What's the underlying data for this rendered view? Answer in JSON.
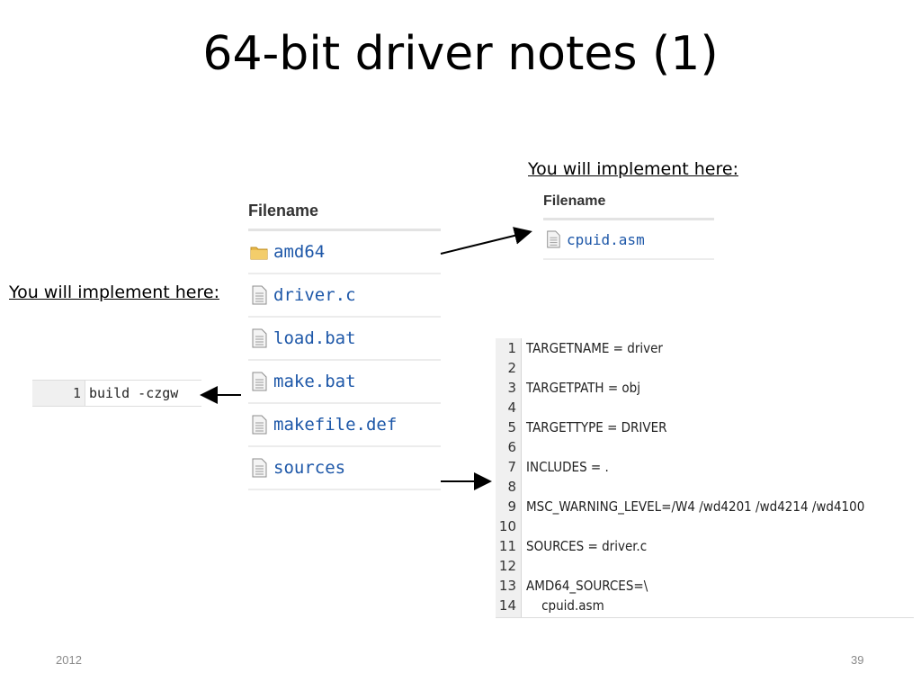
{
  "slide": {
    "title": "64-bit driver notes (1)",
    "footer_left": "2012",
    "page_number": "39"
  },
  "callouts": {
    "top_right": "You will implement here:",
    "left": "You will implement here:"
  },
  "file_list_main": {
    "header": "Filename",
    "items": [
      {
        "name": "amd64",
        "icon": "folder-icon"
      },
      {
        "name": "driver.c",
        "icon": "file-icon"
      },
      {
        "name": "load.bat",
        "icon": "file-icon"
      },
      {
        "name": "make.bat",
        "icon": "file-icon"
      },
      {
        "name": "makefile.def",
        "icon": "file-icon"
      },
      {
        "name": "sources",
        "icon": "file-icon"
      }
    ]
  },
  "file_list_amd64": {
    "header": "Filename",
    "items": [
      {
        "name": "cpuid.asm",
        "icon": "file-icon"
      }
    ]
  },
  "make_bat": {
    "line_number": "1",
    "code": "build -czgw"
  },
  "sources_file": {
    "line_numbers": [
      "1",
      "2",
      "3",
      "4",
      "5",
      "6",
      "7",
      "8",
      "9",
      "10",
      "11",
      "12",
      "13",
      "14"
    ],
    "lines": [
      "TARGETNAME = driver",
      "",
      "TARGETPATH = obj",
      "",
      "TARGETTYPE = DRIVER",
      "",
      "INCLUDES = .",
      "",
      "MSC_WARNING_LEVEL=/W4 /wd4201 /wd4214 /wd4100",
      "",
      "SOURCES = driver.c",
      "",
      "AMD64_SOURCES=\\",
      "    cpuid.asm"
    ]
  },
  "colors": {
    "filename_link": "#1d57a8",
    "folder": "#e8b84a",
    "gutter_bg": "#f0f0f0"
  }
}
